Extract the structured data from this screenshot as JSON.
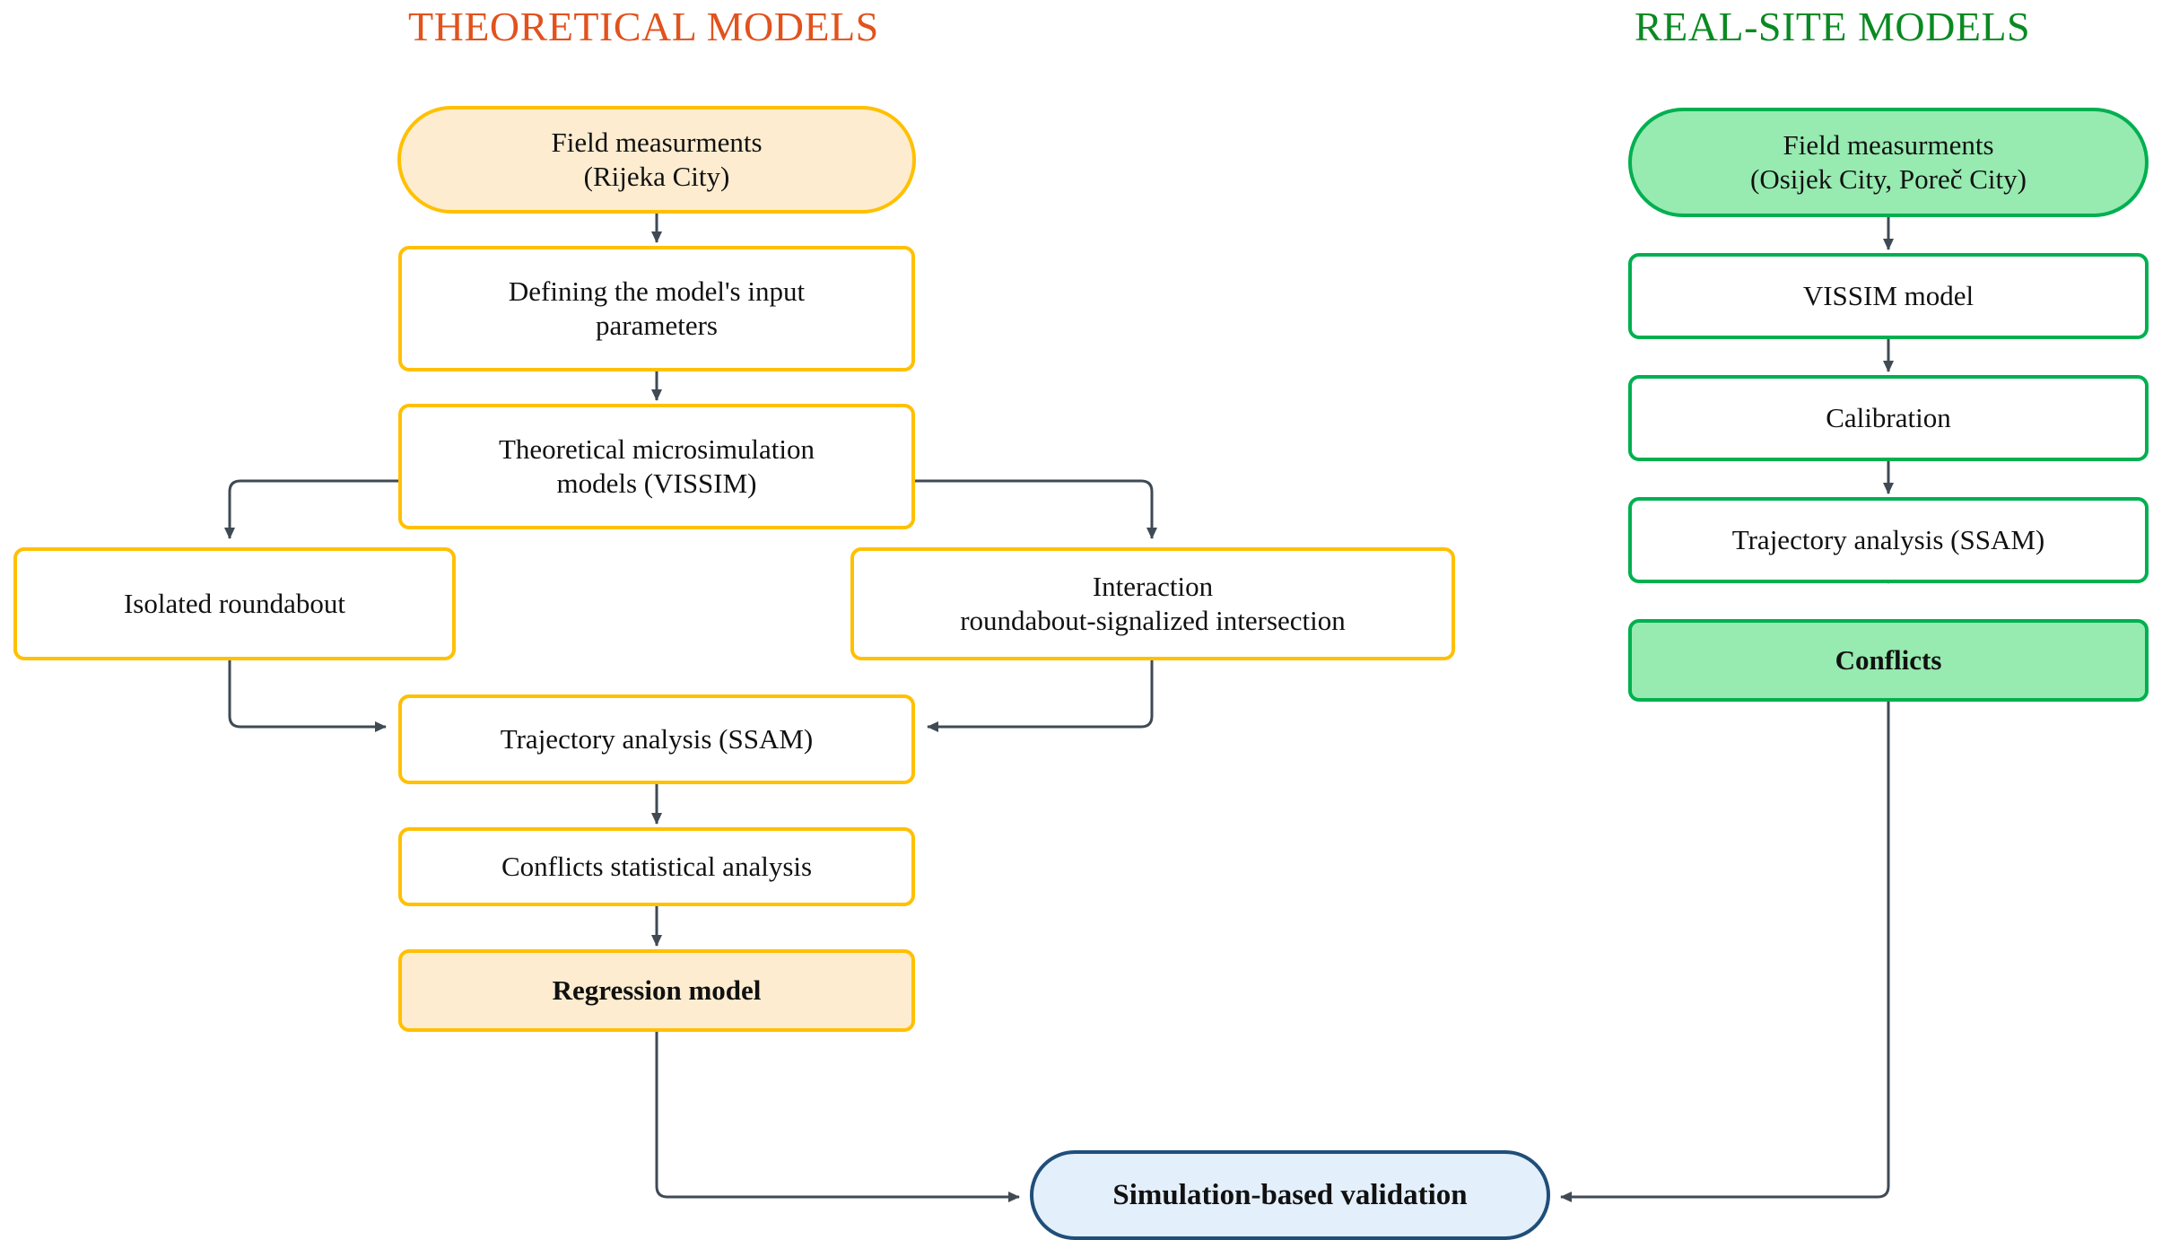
{
  "headers": {
    "left": {
      "text": "THEORETICAL MODELS",
      "color": "#e2521d"
    },
    "right": {
      "text": "REAL-SITE MODELS",
      "color": "#0a8a22"
    }
  },
  "palette": {
    "yellow_border": "#ffc000",
    "yellow_fill": "#fdecd0",
    "green_border": "#00b050",
    "green_fill": "#97eab0",
    "blue_border": "#1f4e79",
    "blue_fill": "#e3effa",
    "arrow": "#3f4a54"
  },
  "left_column": {
    "nodes": [
      {
        "id": "field-measurements-rijeka",
        "line1": "Field measurments",
        "line2": "(Rijeka City)",
        "shape": "pill",
        "style": "filled"
      },
      {
        "id": "defining-input-parameters",
        "line1": "Defining the model's input",
        "line2": "parameters",
        "shape": "rect",
        "style": "plain"
      },
      {
        "id": "theoretical-microsimulation-models",
        "line1": "Theoretical microsimulation",
        "line2": "models  (VISSIM)",
        "shape": "rect",
        "style": "plain"
      },
      {
        "id": "isolated-roundabout",
        "line1": "Isolated roundabout",
        "line2": "",
        "shape": "rect",
        "style": "plain"
      },
      {
        "id": "interaction-roundabout-signalized",
        "line1": "Interaction",
        "line2": "roundabout-signalized intersection",
        "shape": "rect",
        "style": "plain"
      },
      {
        "id": "trajectory-analysis-ssam",
        "line1": "Trajectory analysis (SSAM)",
        "line2": "",
        "shape": "rect",
        "style": "plain"
      },
      {
        "id": "conflicts-statistical-analysis",
        "line1": "Conflicts statistical analysis",
        "line2": "",
        "shape": "rect",
        "style": "plain"
      },
      {
        "id": "regression-model",
        "line1": "Regression model",
        "line2": "",
        "shape": "rect",
        "style": "filled",
        "bold": true
      }
    ]
  },
  "right_column": {
    "nodes": [
      {
        "id": "field-measurements-osijek-porec",
        "line1": "Field measurments",
        "line2": "(Osijek City, Poreč City)",
        "shape": "pill",
        "style": "filled"
      },
      {
        "id": "vissim-model",
        "line1": "VISSIM model",
        "line2": "",
        "shape": "rect",
        "style": "plain"
      },
      {
        "id": "calibration",
        "line1": "Calibration",
        "line2": "",
        "shape": "rect",
        "style": "plain"
      },
      {
        "id": "trajectory-analysis-ssam-real",
        "line1": "Trajectory analysis (SSAM)",
        "line2": "",
        "shape": "rect",
        "style": "plain"
      },
      {
        "id": "conflicts",
        "line1": "Conflicts",
        "line2": "",
        "shape": "rect",
        "style": "filled",
        "bold": true
      }
    ]
  },
  "bottom": {
    "node": {
      "id": "simulation-based-validation",
      "line1": "Simulation-based validation",
      "line2": "",
      "shape": "pill",
      "style": "blue",
      "bold": true
    }
  },
  "chart_data": {
    "type": "diagram",
    "title": "Research methodology flowchart",
    "columns": [
      "THEORETICAL MODELS",
      "REAL-SITE MODELS"
    ],
    "edges": [
      {
        "from": "field-measurements-rijeka",
        "to": "defining-input-parameters"
      },
      {
        "from": "defining-input-parameters",
        "to": "theoretical-microsimulation-models"
      },
      {
        "from": "theoretical-microsimulation-models",
        "to": "isolated-roundabout"
      },
      {
        "from": "theoretical-microsimulation-models",
        "to": "interaction-roundabout-signalized"
      },
      {
        "from": "isolated-roundabout",
        "to": "trajectory-analysis-ssam"
      },
      {
        "from": "interaction-roundabout-signalized",
        "to": "trajectory-analysis-ssam"
      },
      {
        "from": "trajectory-analysis-ssam",
        "to": "conflicts-statistical-analysis"
      },
      {
        "from": "conflicts-statistical-analysis",
        "to": "regression-model"
      },
      {
        "from": "regression-model",
        "to": "simulation-based-validation"
      },
      {
        "from": "field-measurements-osijek-porec",
        "to": "vissim-model"
      },
      {
        "from": "vissim-model",
        "to": "calibration"
      },
      {
        "from": "calibration",
        "to": "trajectory-analysis-ssam-real"
      },
      {
        "from": "trajectory-analysis-ssam-real",
        "to": "conflicts"
      },
      {
        "from": "conflicts",
        "to": "simulation-based-validation"
      }
    ]
  }
}
